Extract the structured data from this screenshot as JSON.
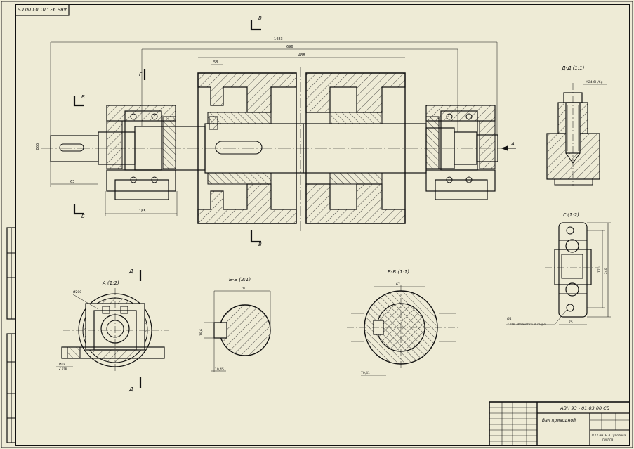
{
  "stamp_top": "АВЧ 93 - 01.03.00 СБ",
  "views": {
    "section_dd": "Д-Д (1:1)",
    "view_g": "Г (1:2)",
    "view_a": "А (1:2)",
    "section_bb": "Б-Б (2:1)",
    "section_vv": "В-В (1:1)"
  },
  "cut_letters": {
    "v_top": "В",
    "b_left_top": "Б",
    "b_left_bottom": "Б",
    "v_bottom": "В",
    "g": "Г",
    "d_top": "Д",
    "d_bottom": "Д",
    "arrow_a": "А"
  },
  "dims": {
    "overall": "1483",
    "mid": "696",
    "inner": "438",
    "hub": "58",
    "end_left": "63",
    "housing": "185",
    "shaft_dia": "Ø65",
    "thread": "M24 6H/6g",
    "bb_width": "70",
    "vv_width": "67",
    "a_flange": "Ø200",
    "a_holes": "Ø18",
    "a_holes_note": "2 отв",
    "g_holes": "Ø4",
    "g_note": "2 отв. обработать в сборе",
    "g_dim": "170",
    "g_dim2": "240",
    "g_dim3": "75",
    "key_dim": "18,6",
    "bb_dim": "10,45",
    "vv_dim": "70,41"
  },
  "title_block": {
    "designation": "АВЧ 93 - 01.03.00 СБ",
    "name": "Вал приводной",
    "org": "ТГТУ им. Н.А.Туполева",
    "group": "группа"
  }
}
